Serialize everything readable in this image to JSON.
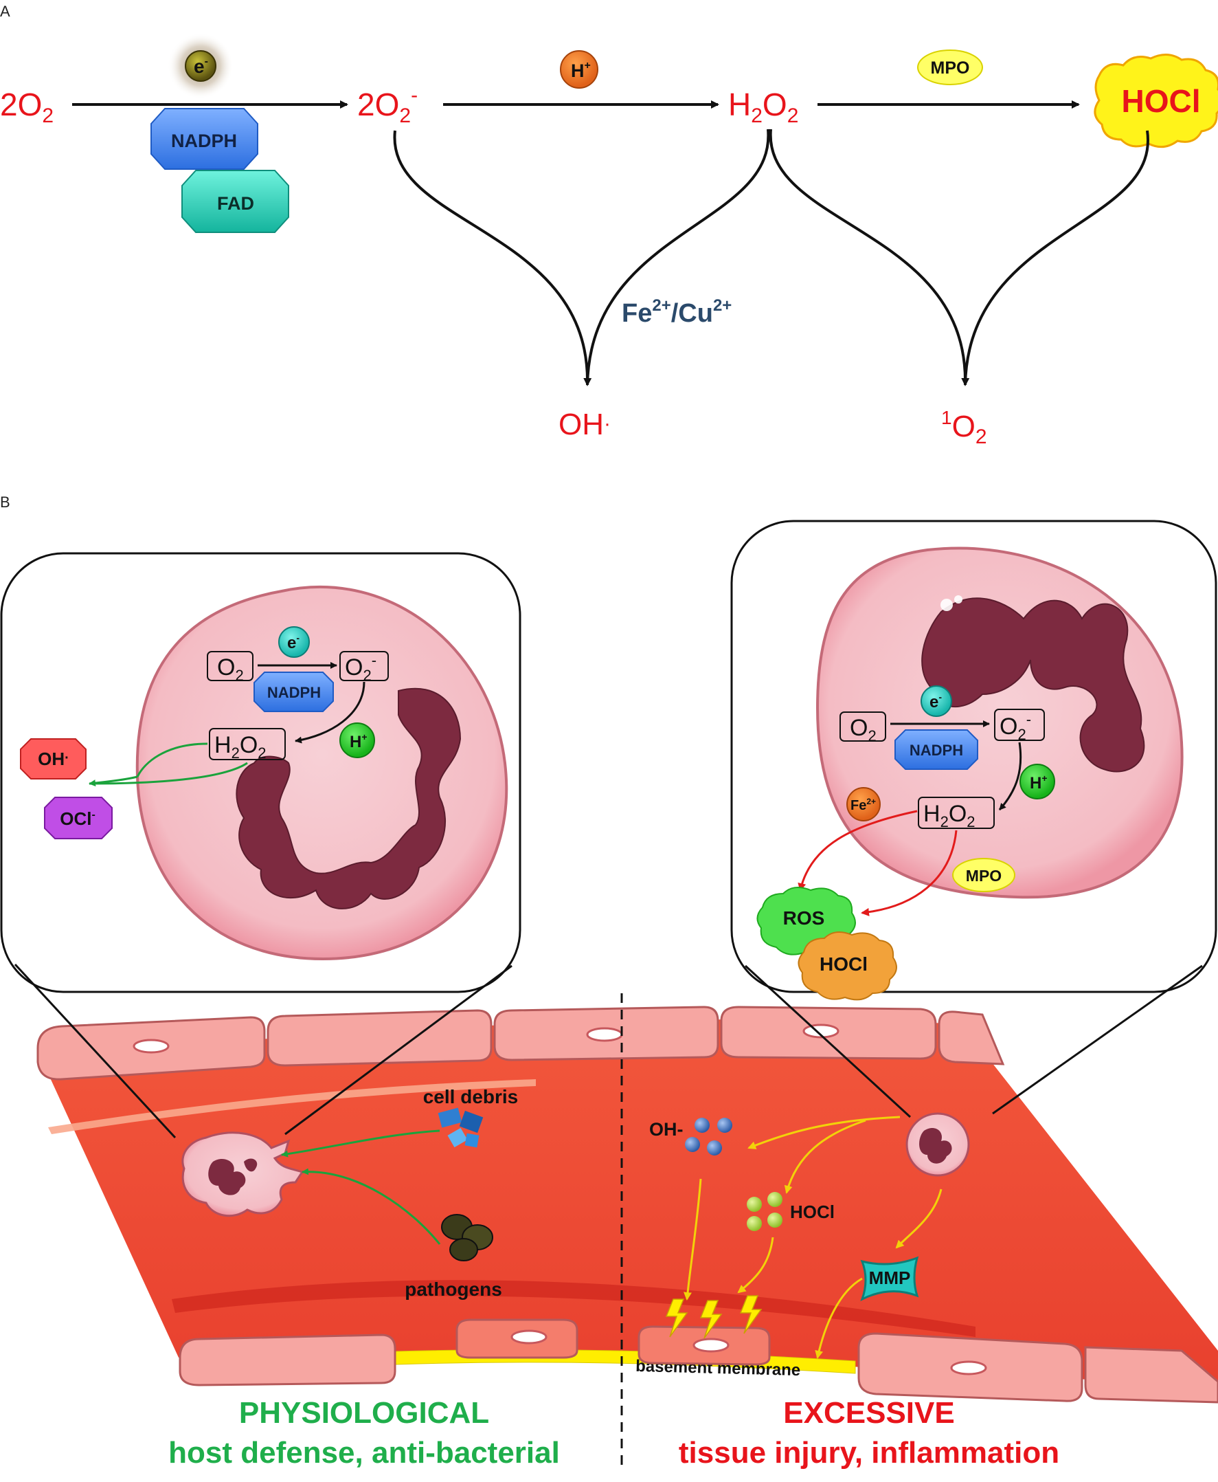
{
  "panelA": {
    "label": "A",
    "species": {
      "o2": "2O",
      "o2_sub": "2",
      "superoxide": "2O",
      "superoxide_sub": "2",
      "superoxide_sup": "-",
      "h2o2_a": "H",
      "h2o2_sub1": "2",
      "h2o2_b": "O",
      "h2o2_sub2": "2",
      "hocl": "HOCl",
      "oh": "OH",
      "oh_dot": "·",
      "singlet_sup": "1",
      "singlet_o": "O",
      "singlet_sub": "2"
    },
    "electron": "e",
    "electron_sup": "-",
    "nadph": "NADPH",
    "fad": "FAD",
    "proton": "H",
    "proton_sup": "+",
    "mpo": "MPO",
    "metal_fe": "Fe",
    "metal_fe_sup": "2+",
    "metal_sep": "/Cu",
    "metal_cu_sup": "2+"
  },
  "panelB": {
    "label": "B",
    "left_inset": {
      "o2": "O",
      "o2_sub": "2",
      "o2m": "O",
      "o2m_sub": "2",
      "o2m_sup": "-",
      "h2o2_a": "H",
      "h2o2_sub": "2",
      "h2o2_b": "O",
      "h2o2_sub2": "2",
      "electron": "e",
      "electron_sup": "-",
      "nadph": "NADPH",
      "proton": "H",
      "proton_sup": "+",
      "oh": "OH",
      "oh_dot": "·",
      "ocl": "OCl",
      "ocl_sup": "-"
    },
    "right_inset": {
      "o2": "O",
      "o2_sub": "2",
      "o2m": "O",
      "o2m_sub": "2",
      "o2m_sup": "-",
      "h2o2_a": "H",
      "h2o2_sub": "2",
      "h2o2_b": "O",
      "h2o2_sub2": "2",
      "electron": "e",
      "electron_sup": "-",
      "nadph": "NADPH",
      "proton": "H",
      "proton_sup": "+",
      "fe": "Fe",
      "fe_sup": "2+",
      "mpo": "MPO",
      "ros": "ROS",
      "hocl": "HOCl"
    },
    "vessel": {
      "cell_debris": "cell debris",
      "pathogens": "pathogens",
      "oh_label": "OH-",
      "hocl_label": "HOCl",
      "mmp": "MMP",
      "basement": "basement membrane"
    },
    "captions": {
      "physio_title": "PHYSIOLOGICAL",
      "physio_sub": "host defense, anti-bacterial",
      "excess_title": "EXCESSIVE",
      "excess_sub": "tissue injury, inflammation"
    }
  },
  "colors": {
    "red_text": "#e8141b",
    "green_text": "#1fae4b",
    "blue_text": "#2b4a6b",
    "cell_pink": "#f6c5cc",
    "nucleus": "#7d2a40",
    "vessel": "#ee4b33",
    "basement": "#ffee00"
  }
}
